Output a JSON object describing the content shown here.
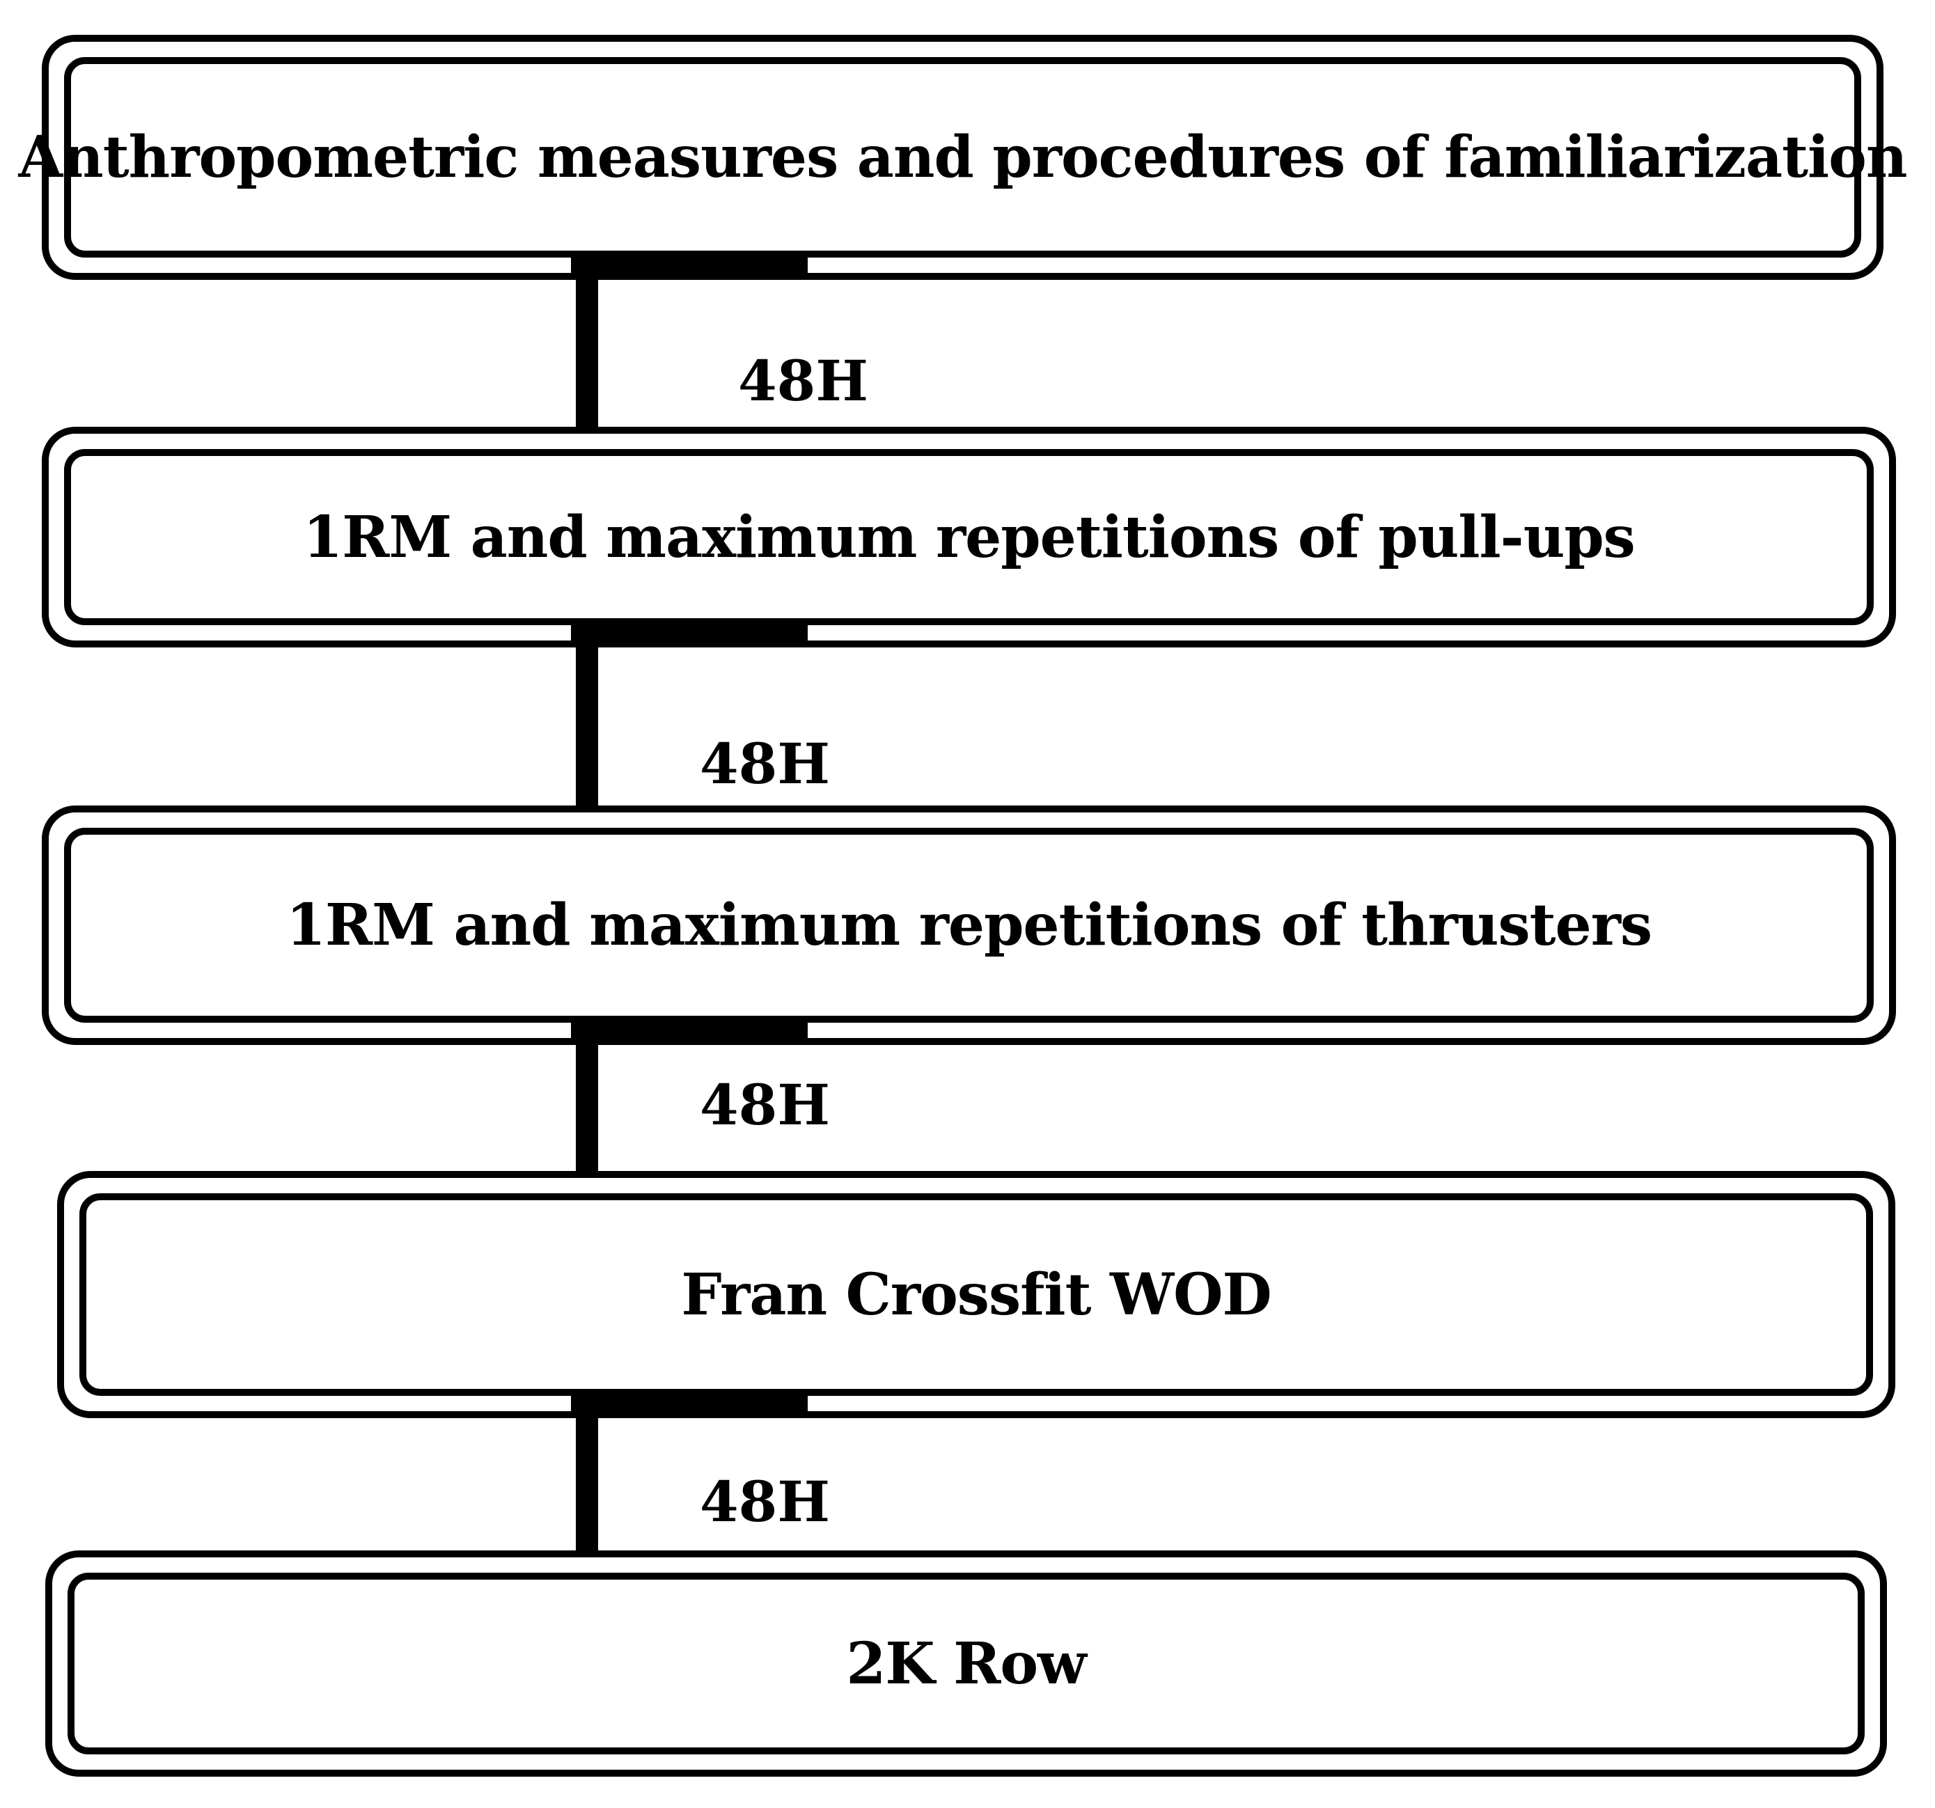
{
  "steps": [
    {
      "label": "Anthropometric measures and procedures of familiarization"
    },
    {
      "label": "1RM and maximum repetitions of pull-ups"
    },
    {
      "label": "1RM and maximum repetitions of thrusters"
    },
    {
      "label": "Fran Crossfit WOD"
    },
    {
      "label": "2K Row"
    }
  ],
  "intervals": [
    {
      "label": "48H"
    },
    {
      "label": "48H"
    },
    {
      "label": "48H"
    },
    {
      "label": "48H"
    }
  ]
}
